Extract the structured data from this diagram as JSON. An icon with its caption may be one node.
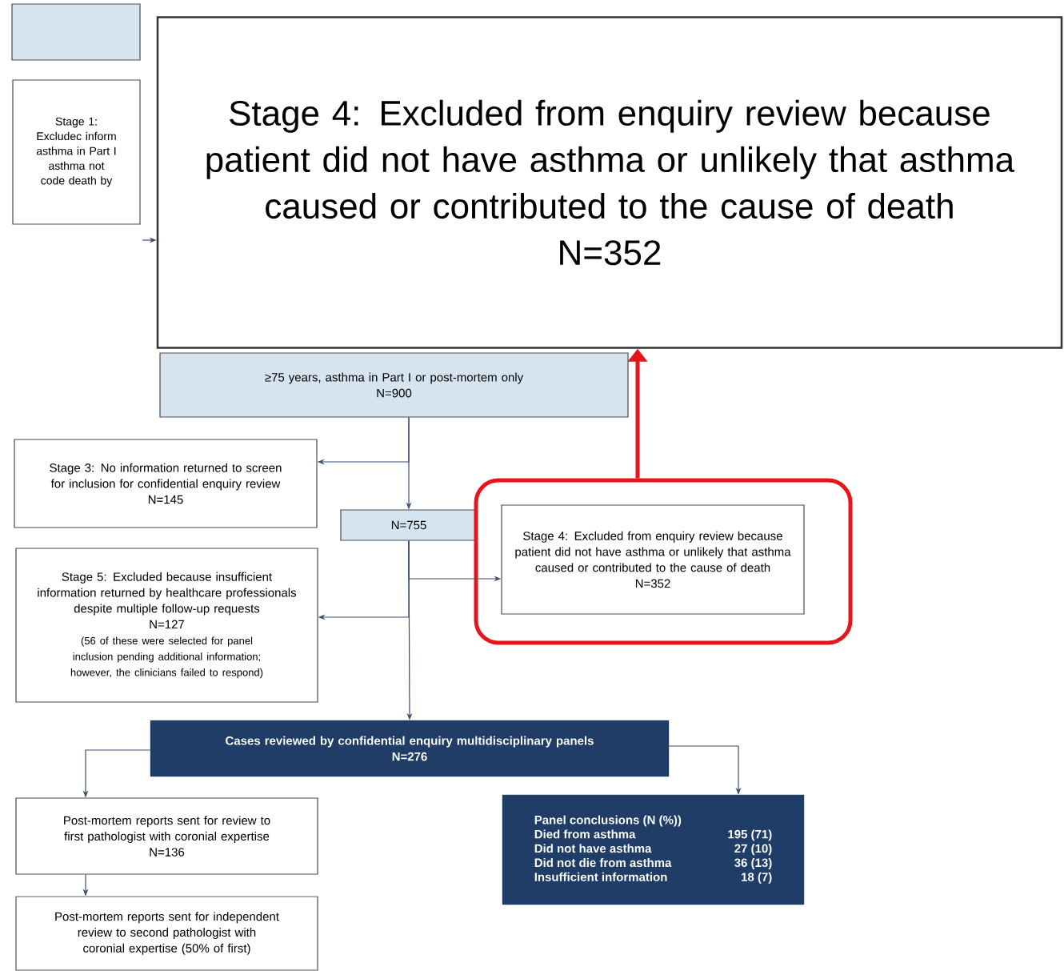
{
  "diagram": {
    "nodes": [
      {
        "text": [],
        "shape": "box"
      },
      {
        "text": [
          "Stage 1: Excludec inform asthma in Part I",
          "asthma not code death by"
        ]
      },
      {
        "text": [
          "Stage 4: Excluded from enquiry review because patient did not have asthma or unlikely that asthma caused or contributed to the cause of death",
          "N=352"
        ]
      },
      {
        "text": [
          "≥75 years, asthma in Part I or post-mortem only",
          "N=900"
        ]
      },
      {
        "text": [
          "Stage 3: No information returned to screen for inclusion for confidential enquiry review",
          "N=145"
        ]
      },
      {
        "text": [
          "N=755"
        ]
      },
      {
        "text": [],
        "shape": "box"
      },
      {
        "text": [
          "Stage 4: Excluded from enquiry review because patient did not have asthma or unlikely that asthma caused or contributed to the cause of death",
          "N=352"
        ],
        "in": 6
      },
      {
        "text": [
          "Stage 5: Excluded because insufficient information returned by healthcare professionals despite multiple follow-up requests",
          "N=127",
          "(56 of these were selected for panel inclusion pending additional information; however, the clinicians failed to respond)"
        ]
      },
      {
        "text": [
          "Cases reviewed by confidential enquiry multidisciplinary panels",
          "N=276"
        ]
      },
      {
        "text": [
          "Post-mortem reports sent for review to first pathologist with coronial expertise",
          "N=136"
        ]
      },
      {
        "text": [
          "Post-mortem reports sent for independent review to second pathologist with coronial expertise (50% of first)"
        ]
      },
      {
        "text": [
          "Panel conclusions (N (%))",
          "Died from asthma",
          "195 (71)",
          "Did not have asthma",
          "27 (10)",
          "Did not die from asthma",
          "36 (13)",
          "Insufficient information",
          "18 (7)"
        ]
      }
    ],
    "edges": [
      {
        "from": null,
        "to": 2,
        "arrow": "to"
      },
      {
        "from": 6,
        "to": 2,
        "arrow": "to",
        "style": "thick",
        "color": "#e8141b"
      },
      {
        "from": 3,
        "to": 4,
        "arrow": "to"
      },
      {
        "from": 3,
        "to": 5,
        "arrow": "to"
      },
      {
        "from": 5,
        "to": 7,
        "arrow": "to"
      },
      {
        "from": 5,
        "to": 8,
        "arrow": "to"
      },
      {
        "from": 5,
        "to": 9,
        "arrow": "to"
      },
      {
        "from": 9,
        "to": 10,
        "arrow": "to"
      },
      {
        "from": 9,
        "to": 12,
        "arrow": "to"
      },
      {
        "from": 10,
        "to": 11,
        "arrow": "to"
      }
    ]
  }
}
